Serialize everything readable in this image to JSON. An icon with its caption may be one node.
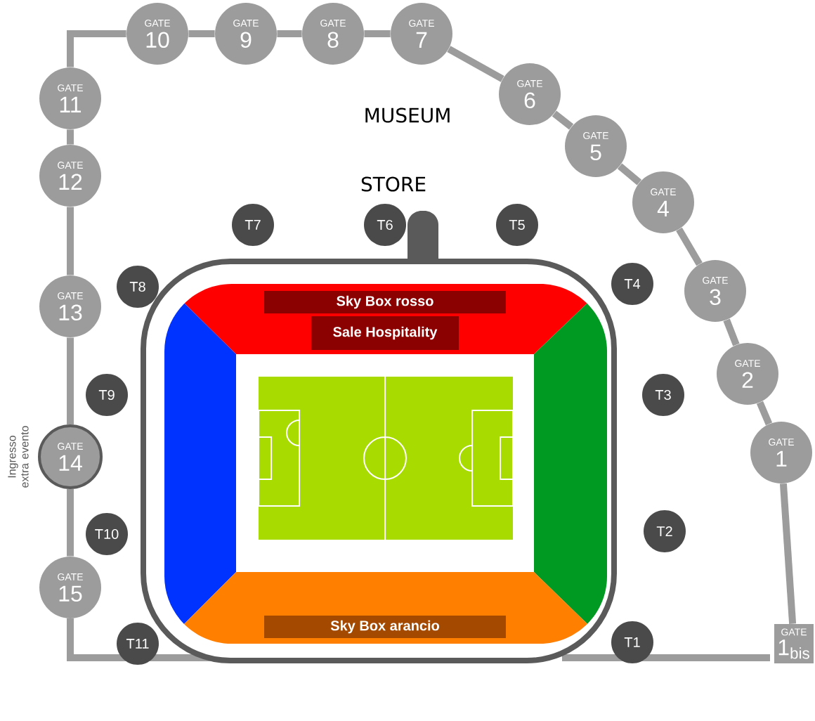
{
  "diagram": {
    "nodes": [
      {
        "text": [
          "GATE",
          "1"
        ]
      },
      {
        "text": [
          "GATE",
          "2"
        ]
      },
      {
        "text": [
          "GATE",
          "3"
        ]
      },
      {
        "text": [
          "GATE",
          "4"
        ]
      },
      {
        "text": [
          "GATE",
          "5"
        ]
      },
      {
        "text": [
          "GATE",
          "6"
        ]
      },
      {
        "text": [
          "GATE",
          "7"
        ]
      },
      {
        "text": [
          "GATE",
          "8"
        ]
      },
      {
        "text": [
          "GATE",
          "9"
        ]
      },
      {
        "text": [
          "GATE",
          "10"
        ]
      },
      {
        "text": [
          "GATE",
          "11"
        ]
      },
      {
        "text": [
          "GATE",
          "12"
        ]
      },
      {
        "text": [
          "GATE",
          "13"
        ]
      },
      {
        "text": [
          "GATE",
          "14"
        ],
        "beside": [
          "Ingresso extra evento"
        ]
      },
      {
        "text": [
          "GATE",
          "15"
        ]
      },
      {
        "text": [
          "GATE",
          "1$_{bis}$"
        ]
      },
      {
        "text": [
          "T1"
        ]
      },
      {
        "text": [
          "T2"
        ]
      },
      {
        "text": [
          "T3"
        ]
      },
      {
        "text": [
          "T4"
        ]
      },
      {
        "text": [
          "T5"
        ]
      },
      {
        "text": [
          "T6"
        ]
      },
      {
        "text": [
          "T7"
        ]
      },
      {
        "text": [
          "T8"
        ]
      },
      {
        "text": [
          "T9"
        ]
      },
      {
        "text": [
          "T10"
        ]
      },
      {
        "text": [
          "T11"
        ]
      },
      {
        "text": [
          "Sky Box rosso"
        ]
      },
      {
        "text": [
          "Sale Hospitality"
        ]
      },
      {
        "text": [
          "Sky Box arancio"
        ]
      }
    ],
    "edges": [
      {
        "from": 0,
        "to": 1,
        "arrow": "none"
      },
      {
        "from": 1,
        "to": 2,
        "arrow": "none"
      },
      {
        "from": 2,
        "to": 3,
        "arrow": "none"
      },
      {
        "from": 3,
        "to": 4,
        "arrow": "none"
      },
      {
        "from": 4,
        "to": 5,
        "arrow": "none"
      },
      {
        "from": 5,
        "to": 6,
        "arrow": "none"
      },
      {
        "from": 6,
        "to": 7,
        "arrow": "none"
      },
      {
        "from": 7,
        "to": 8,
        "arrow": "none"
      },
      {
        "from": 8,
        "to": 9,
        "arrow": "none"
      },
      {
        "from": 9,
        "to": 10,
        "arrow": "none"
      },
      {
        "from": 10,
        "to": 11,
        "arrow": "none"
      },
      {
        "from": 11,
        "to": 12,
        "arrow": "none"
      },
      {
        "from": 12,
        "to": 13,
        "arrow": "none"
      },
      {
        "from": 13,
        "to": 14,
        "arrow": "none"
      },
      {
        "from": 0,
        "to": 15,
        "arrow": "none"
      }
    ],
    "labels": [
      "MUSEUM",
      "STORE"
    ]
  }
}
